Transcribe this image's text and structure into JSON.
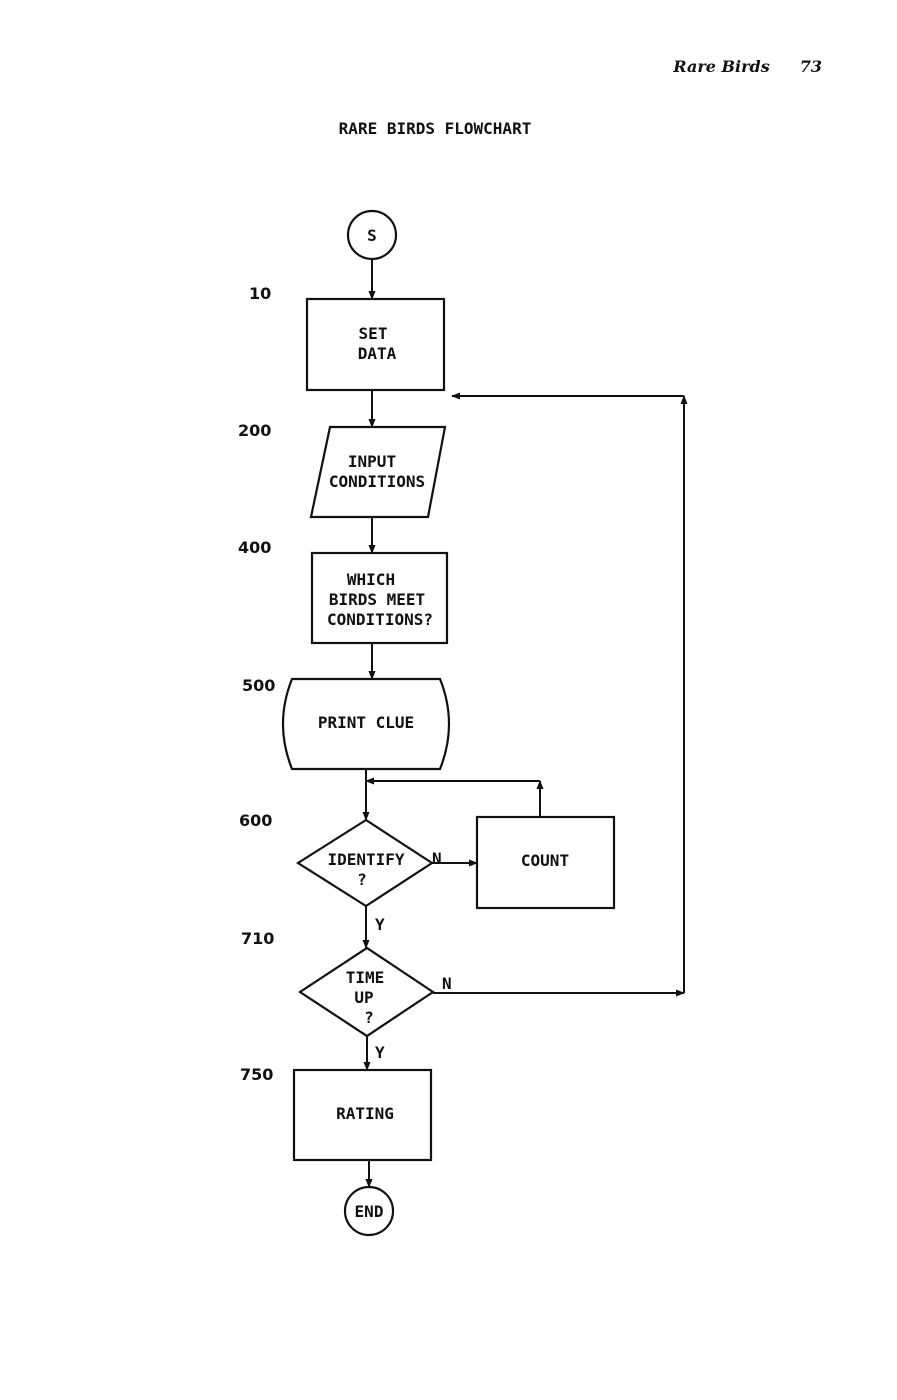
{
  "header": {
    "running_title": "Rare Birds",
    "page_number": "73"
  },
  "diagram": {
    "title": "RARE BIRDS FLOWCHART",
    "nodes": {
      "start": {
        "label": "S"
      },
      "set_data": {
        "step": "10",
        "lines": [
          "SET",
          "DATA"
        ]
      },
      "input_conditions": {
        "step": "200",
        "lines": [
          "INPUT",
          "CONDITIONS"
        ]
      },
      "which_birds": {
        "step": "400",
        "lines": [
          "WHICH",
          "BIRDS MEET",
          "CONDITIONS?"
        ]
      },
      "print_clue": {
        "step": "500",
        "lines": [
          "PRINT CLUE"
        ]
      },
      "identify": {
        "step": "600",
        "lines": [
          "IDENTIFY",
          "?"
        ]
      },
      "count": {
        "lines": [
          "COUNT"
        ]
      },
      "time_up": {
        "step": "710",
        "lines": [
          "TIME",
          "UP",
          "?"
        ]
      },
      "rating": {
        "step": "750",
        "lines": [
          "RATING"
        ]
      },
      "end": {
        "label": "END"
      }
    },
    "edge_labels": {
      "identify_no": "N",
      "identify_yes": "Y",
      "time_up_no": "N",
      "time_up_yes": "Y"
    },
    "colors": {
      "ink": "#111111",
      "paper": "#ffffff"
    }
  }
}
